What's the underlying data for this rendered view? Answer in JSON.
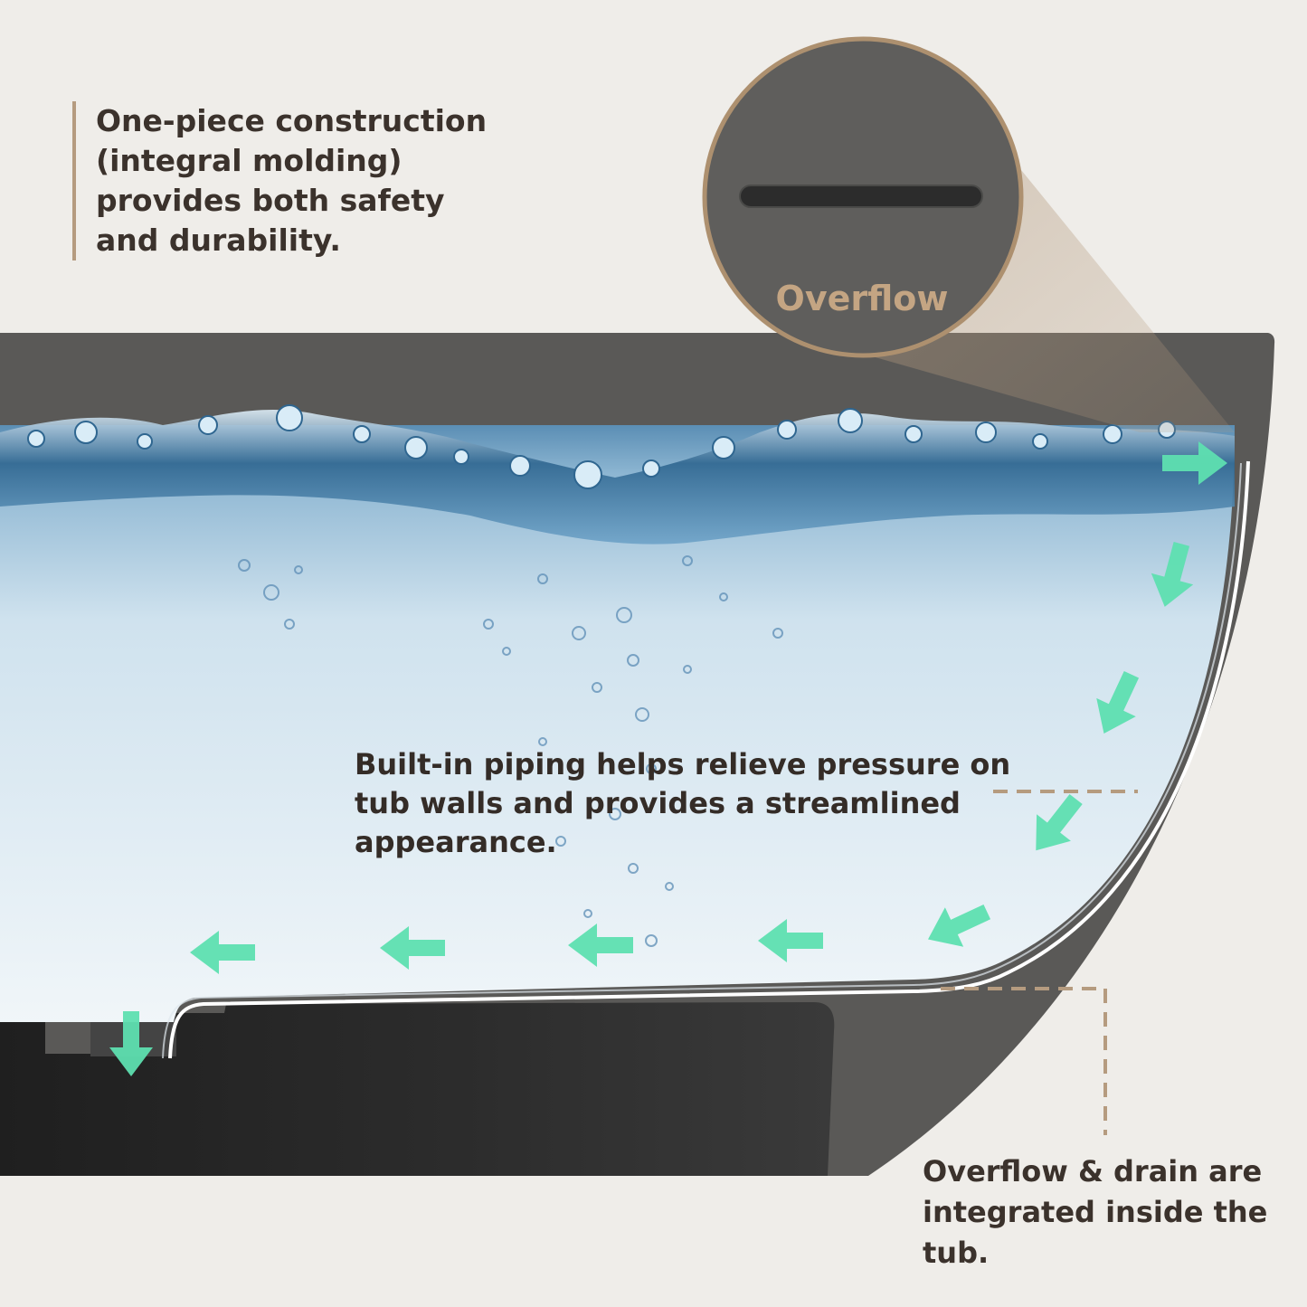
{
  "callouts": {
    "construction": {
      "lines": [
        "One-piece construction",
        "(integral molding)",
        "provides both safety",
        "and durability."
      ]
    },
    "piping": {
      "lines": [
        "Built-in piping helps relieve pressure on",
        "tub walls and provides a streamlined",
        "appearance."
      ]
    },
    "drain": {
      "lines": [
        "Overflow & drain are",
        "integrated inside the",
        "tub."
      ]
    }
  },
  "overflow_inset": {
    "label": "Overflow"
  },
  "colors": {
    "background": "#efede9",
    "tub_gray": "#5a5957",
    "tub_base": "#262626",
    "water_light": "#e8f1f6",
    "water_dark": "#2d5f87",
    "flow_arrow": "#5ee0b0",
    "accent_tan": "#b59b7f",
    "text_dark": "#3b322c"
  },
  "icons": {
    "flow_arrow": "mint-arrow-icon",
    "drain_arrow": "down-arrow-icon"
  }
}
